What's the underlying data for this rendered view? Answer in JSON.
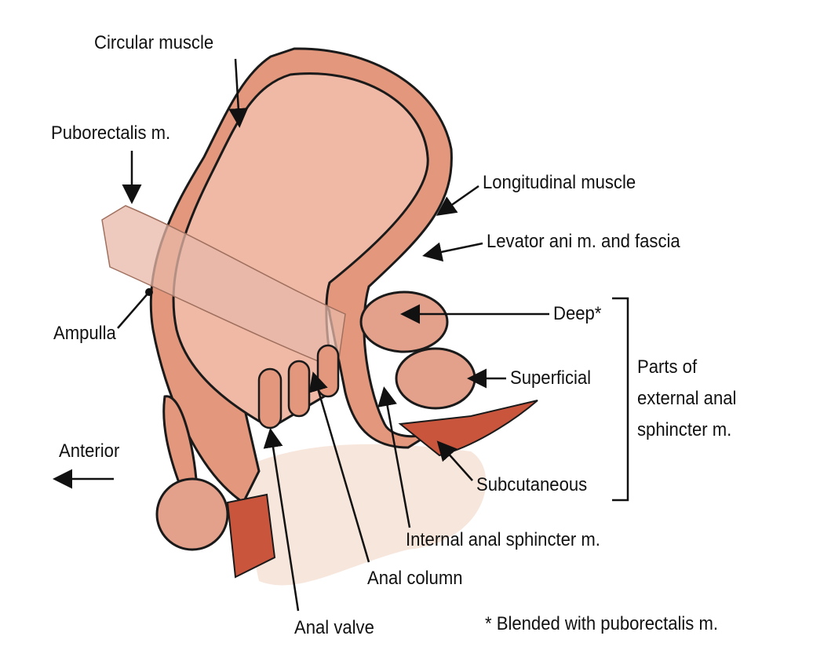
{
  "labels": {
    "circular_muscle": "Circular muscle",
    "puborectalis": "Puborectalis m.",
    "longitudinal_muscle": "Longitudinal muscle",
    "levator_ani": "Levator ani m. and fascia",
    "deep": "Deep*",
    "superficial": "Superficial",
    "parts_line1": "Parts of",
    "parts_line2": "external anal",
    "parts_line3": "sphincter m.",
    "subcutaneous": "Subcutaneous",
    "internal_sphincter": "Internal anal sphincter m.",
    "anal_column": "Anal column",
    "anal_valve": "Anal valve",
    "ampulla": "Ampulla",
    "anterior": "Anterior",
    "footnote": "* Blended with puborectalis m."
  },
  "colors": {
    "tissue": "#efb9a6",
    "muscle": "#e3977c",
    "deep_muscle": "#c9553d",
    "outline": "#1a1a1a",
    "skin": "#f7e6dc"
  }
}
